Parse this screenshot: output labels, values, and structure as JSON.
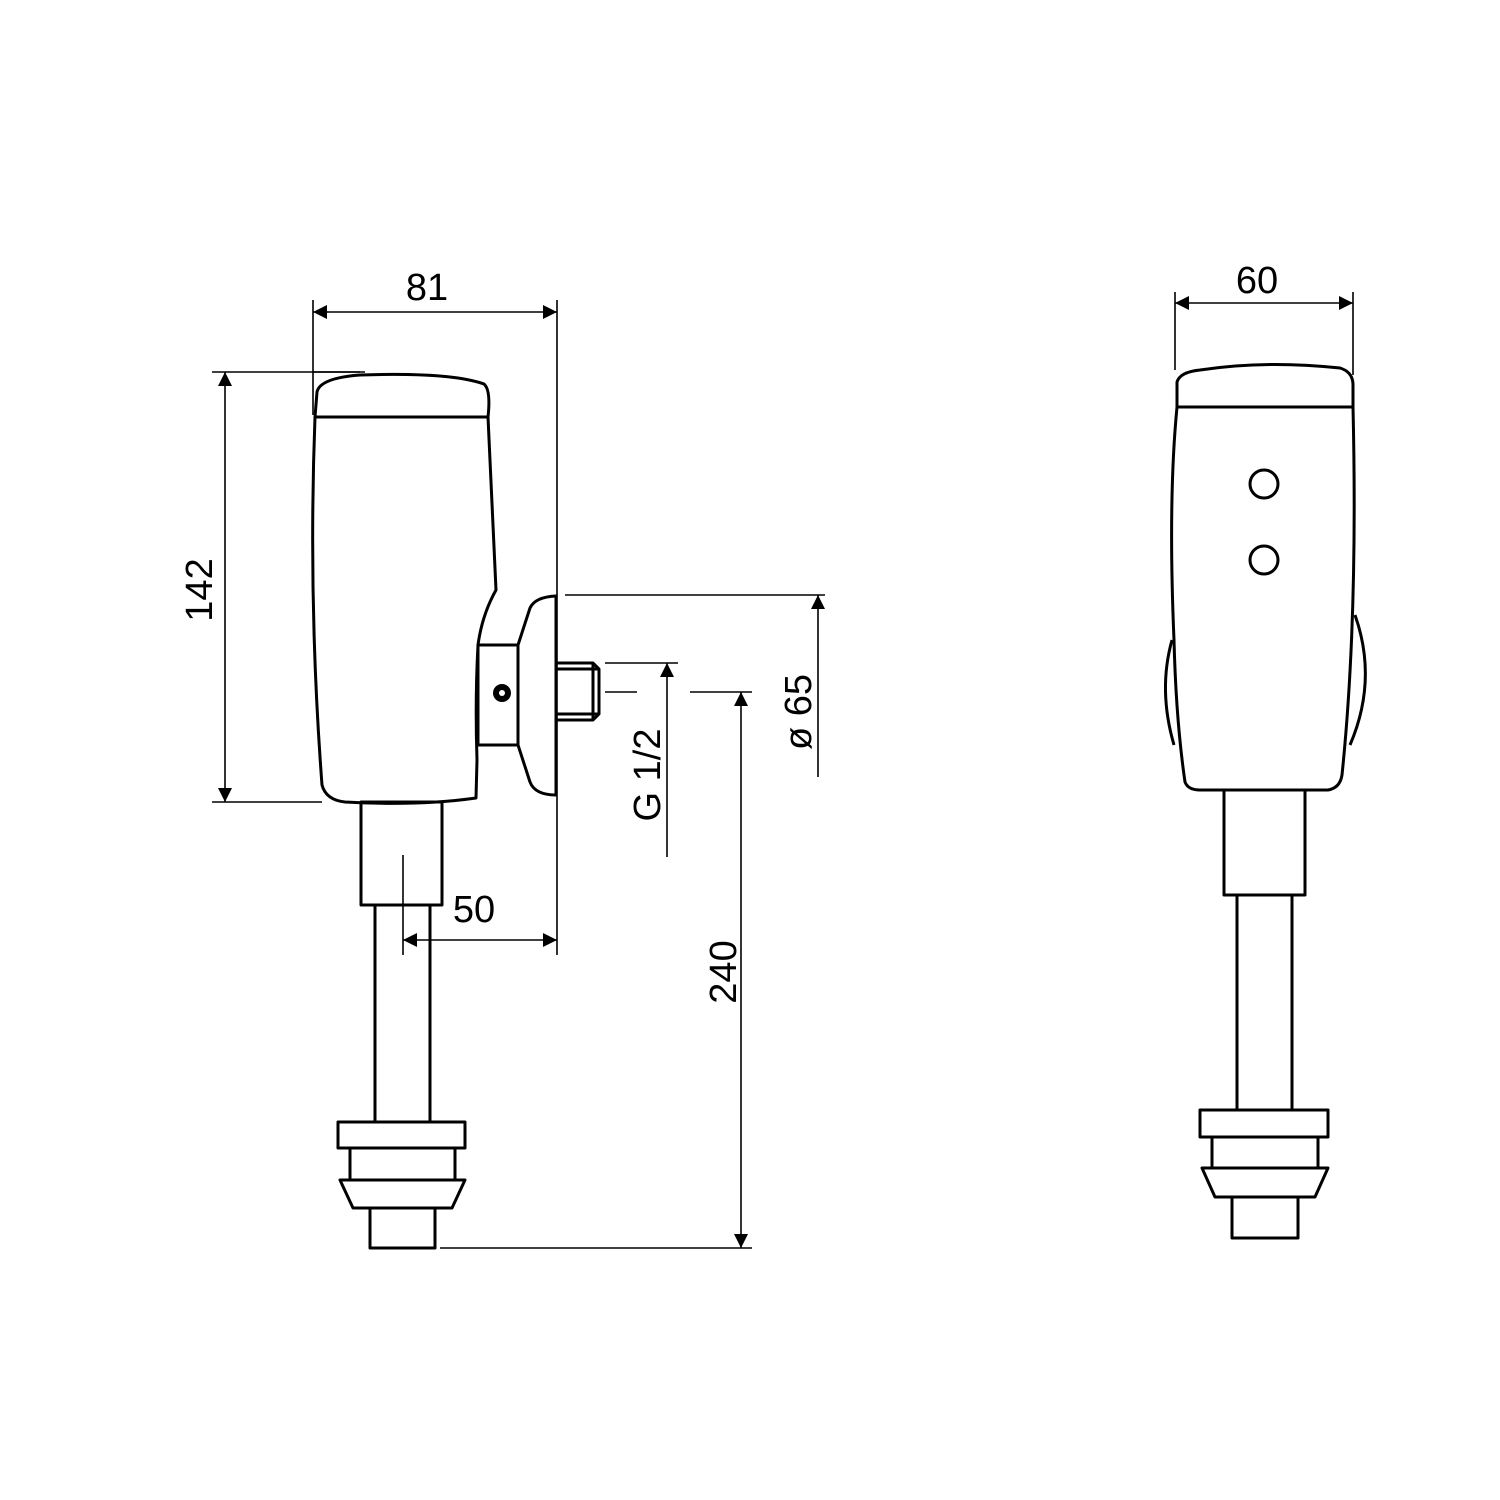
{
  "drawing": {
    "side_view": {
      "dimensions": {
        "width": "81",
        "height": "142",
        "outlet_offset": "50",
        "thread": "G 1/2",
        "flange_diameter": "ø 65",
        "total_drop": "240"
      }
    },
    "front_view": {
      "dimensions": {
        "width": "60"
      }
    }
  }
}
